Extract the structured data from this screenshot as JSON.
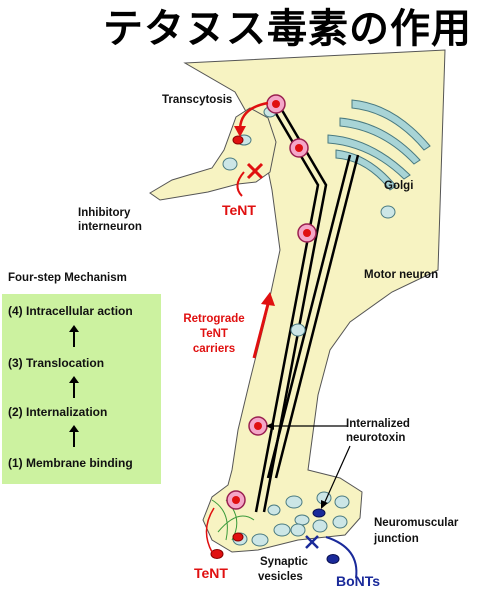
{
  "title": "テタヌス毒素の作用",
  "labels": {
    "transcytosis": "Transcytosis",
    "golgi": "Golgi",
    "tent_top": "TeNT",
    "inhibitory_interneuron_1": "Inhibitory",
    "inhibitory_interneuron_2": "interneuron",
    "motor_neuron": "Motor neuron",
    "retrograde_1": "Retrograde",
    "retrograde_2": "TeNT",
    "retrograde_3": "carriers",
    "internalized_1": "Internalized",
    "internalized_2": "neurotoxin",
    "nmj_1": "Neuromuscular",
    "nmj_2": "junction",
    "synaptic_1": "Synaptic",
    "synaptic_2": "vesicles",
    "tent_bottom": "TeNT",
    "bonts": "BoNTs"
  },
  "mechanism": {
    "title": "Four-step Mechanism",
    "steps": [
      "(4) Intracellular action",
      "(3) Translocation",
      "(2) Internalization",
      "(1) Membrane binding"
    ]
  },
  "colors": {
    "cell_fill": "#f7f3c2",
    "vesicle_fill": "#cce6e6",
    "tent_red": "#e01010",
    "carrier_pink": "#f4a6c8",
    "bonts_blue": "#1a2a9a",
    "mechanism_box": "#ccf2a0",
    "golgi_blue": "#a8d4d6"
  }
}
